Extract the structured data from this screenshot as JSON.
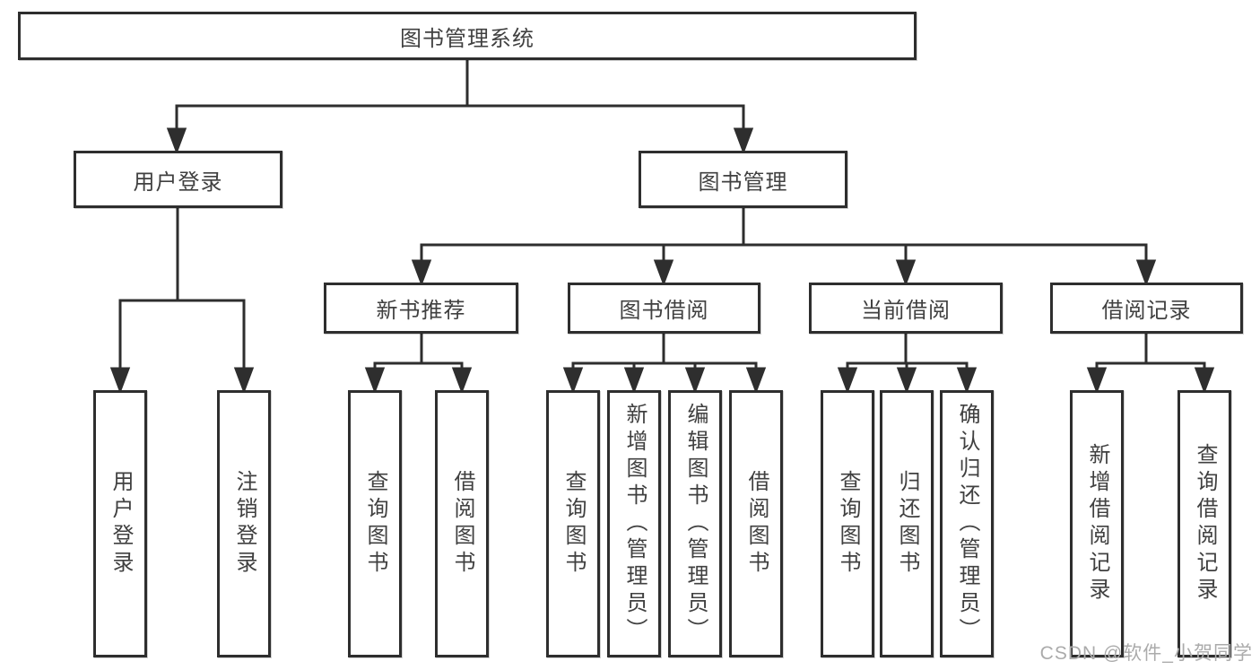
{
  "tree": {
    "root": "图书管理系统",
    "children": [
      {
        "label": "用户登录",
        "children": [
          {
            "label": "用户登录"
          },
          {
            "label": "注销登录"
          }
        ]
      },
      {
        "label": "图书管理",
        "children": [
          {
            "label": "新书推荐",
            "children": [
              {
                "label": "查询图书"
              },
              {
                "label": "借阅图书"
              }
            ]
          },
          {
            "label": "图书借阅",
            "children": [
              {
                "label": "查询图书"
              },
              {
                "label": "新增图书（管理员）"
              },
              {
                "label": "编辑图书（管理员）"
              },
              {
                "label": "借阅图书"
              }
            ]
          },
          {
            "label": "当前借阅",
            "children": [
              {
                "label": "查询图书"
              },
              {
                "label": "归还图书"
              },
              {
                "label": "确认归还（管理员）"
              }
            ]
          },
          {
            "label": "借阅记录",
            "children": [
              {
                "label": "新增借阅记录"
              },
              {
                "label": "查询借阅记录"
              }
            ]
          }
        ]
      }
    ]
  },
  "colors": {
    "line": "#2e2e2e",
    "text": "#404040",
    "watermark": "#ababab"
  },
  "watermark": "CSDN @软件_小贺同学"
}
